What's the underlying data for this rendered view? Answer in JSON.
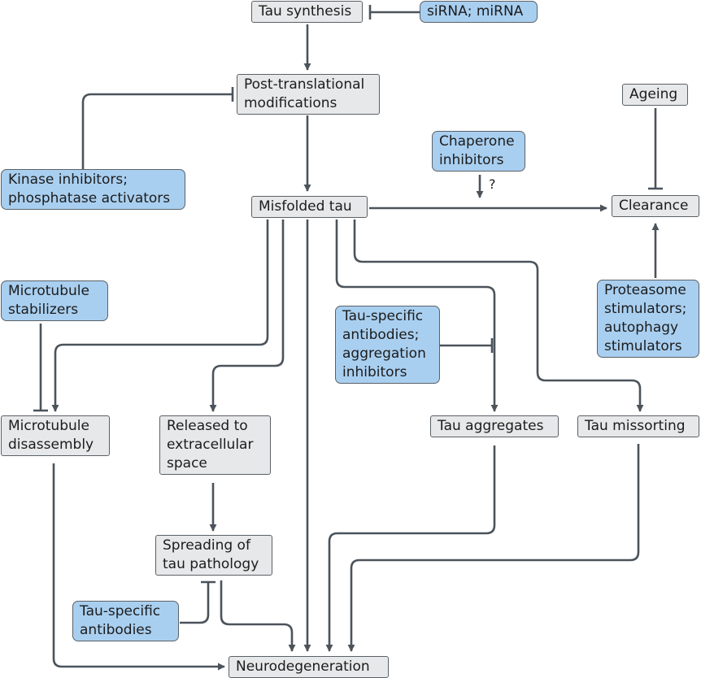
{
  "nodes": {
    "tau_synthesis": [
      "Tau synthesis"
    ],
    "sirna_mirna": [
      "siRNA; miRNA"
    ],
    "post_translational": [
      "Post-translational",
      "modifications"
    ],
    "kinase_inhibitors": [
      "Kinase inhibitors;",
      "phosphatase activators"
    ],
    "misfolded_tau": [
      "Misfolded tau"
    ],
    "chaperone_inhibitors": [
      "Chaperone",
      "inhibitors"
    ],
    "ageing": [
      "Ageing"
    ],
    "clearance": [
      "Clearance"
    ],
    "proteasome_stimulators": [
      "Proteasome",
      "stimulators;",
      "autophagy",
      "stimulators"
    ],
    "microtubule_stabilizers": [
      "Microtubule",
      "stabilizers"
    ],
    "tau_specific_aggregation": [
      "Tau-specific",
      "antibodies;",
      "aggregation",
      "inhibitors"
    ],
    "microtubule_disassembly": [
      "Microtubule",
      "disassembly"
    ],
    "released_extracellular": [
      "Released to",
      "extracellular",
      "space"
    ],
    "tau_aggregates": [
      "Tau aggregates"
    ],
    "tau_missorting": [
      "Tau missorting"
    ],
    "spreading_pathology": [
      "Spreading of",
      "tau pathology"
    ],
    "tau_specific_antibodies": [
      "Tau-specific",
      "antibodies"
    ],
    "neurodegeneration": [
      "Neurodegeneration"
    ]
  },
  "annotations": {
    "chaperone_effect": "?"
  },
  "colors": {
    "line": "#4b535b",
    "grey_box": "#e7e8e9",
    "blue_box": "#a9cff0",
    "border": "#5b6167"
  }
}
